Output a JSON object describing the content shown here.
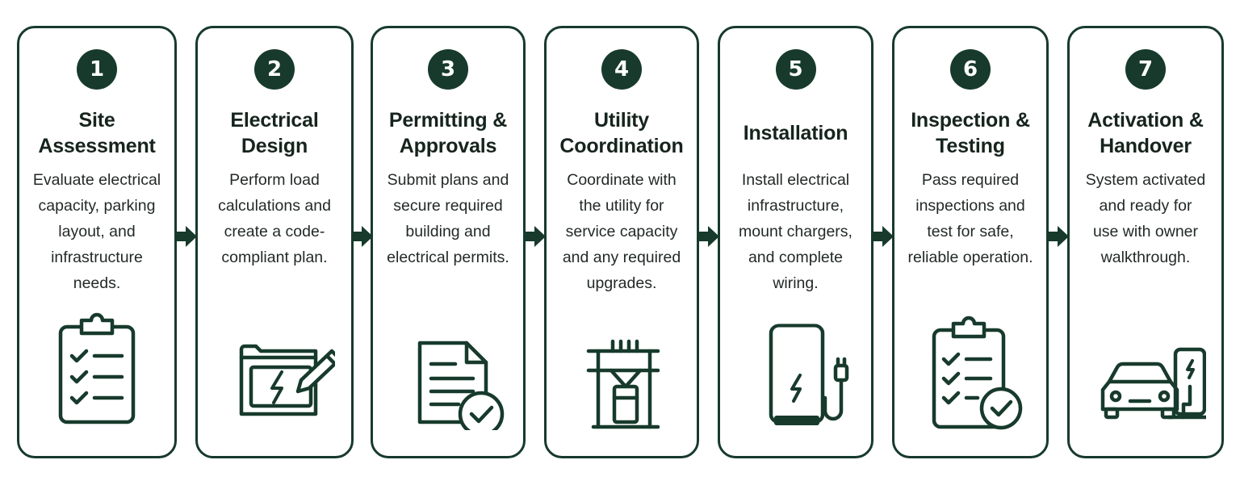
{
  "colors": {
    "accent": "#173a2c",
    "text": "#16241d",
    "background": "#ffffff"
  },
  "steps": [
    {
      "number": "1",
      "title_lines": [
        "Site",
        "Assessment"
      ],
      "desc_lines": [
        "Evaluate electrical",
        "capacity, parking",
        "layout, and",
        "infrastructure",
        "needs."
      ],
      "icon": "clipboard-checklist-icon"
    },
    {
      "number": "2",
      "title_lines": [
        "Electrical",
        "Design"
      ],
      "desc_lines": [
        "Perform load",
        "calculations and",
        "create a code-",
        "compliant plan."
      ],
      "icon": "blueprint-pencil-icon"
    },
    {
      "number": "3",
      "title_lines": [
        "Permitting &",
        "Approvals"
      ],
      "desc_lines": [
        "Submit plans and",
        "secure required",
        "building and",
        "electrical permits."
      ],
      "icon": "document-check-icon"
    },
    {
      "number": "4",
      "title_lines": [
        "Utility",
        "Coordination"
      ],
      "desc_lines": [
        "Coordinate with",
        "the utility for",
        "service capacity",
        "and any required",
        "upgrades."
      ],
      "icon": "utility-pole-icon"
    },
    {
      "number": "5",
      "title_lines": [
        "Installation"
      ],
      "desc_lines": [
        "Install electrical",
        "infrastructure,",
        "mount chargers,",
        "and complete",
        "wiring."
      ],
      "icon": "charger-plug-icon"
    },
    {
      "number": "6",
      "title_lines": [
        "Inspection &",
        "Testing"
      ],
      "desc_lines": [
        "Pass required",
        "inspections and",
        "test for safe,",
        "reliable operation."
      ],
      "icon": "clipboard-check-icon"
    },
    {
      "number": "7",
      "title_lines": [
        "Activation &",
        "Handover"
      ],
      "desc_lines": [
        "System activated",
        "and ready for",
        "use with owner",
        "walkthrough."
      ],
      "icon": "car-charging-icon"
    }
  ]
}
